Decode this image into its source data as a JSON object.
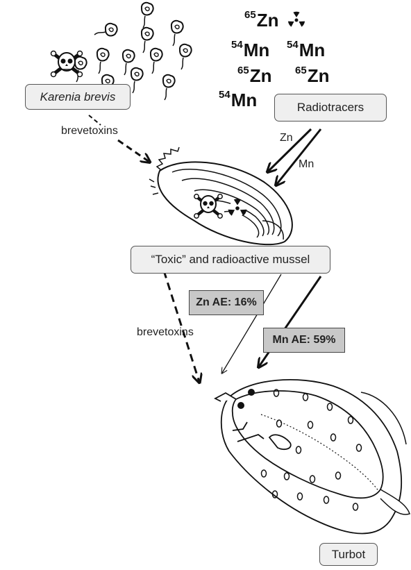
{
  "organism_label": "Karenia brevis",
  "radiotracers_label": "Radiotracers",
  "mussel_label": "“Toxic” and radioactive mussel",
  "fish_label": "Turbot",
  "toxin_label_top": "brevetoxins",
  "toxin_label_bottom": "brevetoxins",
  "zn_label": "Zn",
  "mn_label": "Mn",
  "zn_ae": "Zn AE: 16%",
  "mn_ae": "Mn AE: 59%",
  "isotopes": [
    {
      "mass": "65",
      "element": "Zn"
    },
    {
      "mass": "54",
      "element": "Mn"
    },
    {
      "mass": "54",
      "element": "Mn"
    },
    {
      "mass": "65",
      "element": "Zn"
    },
    {
      "mass": "65",
      "element": "Zn"
    },
    {
      "mass": "54",
      "element": "Mn"
    }
  ],
  "icons": [
    "skull-crossbones-icon",
    "radiation-icon",
    "dinoflagellate-icon",
    "mussel-icon",
    "turbot-icon"
  ]
}
